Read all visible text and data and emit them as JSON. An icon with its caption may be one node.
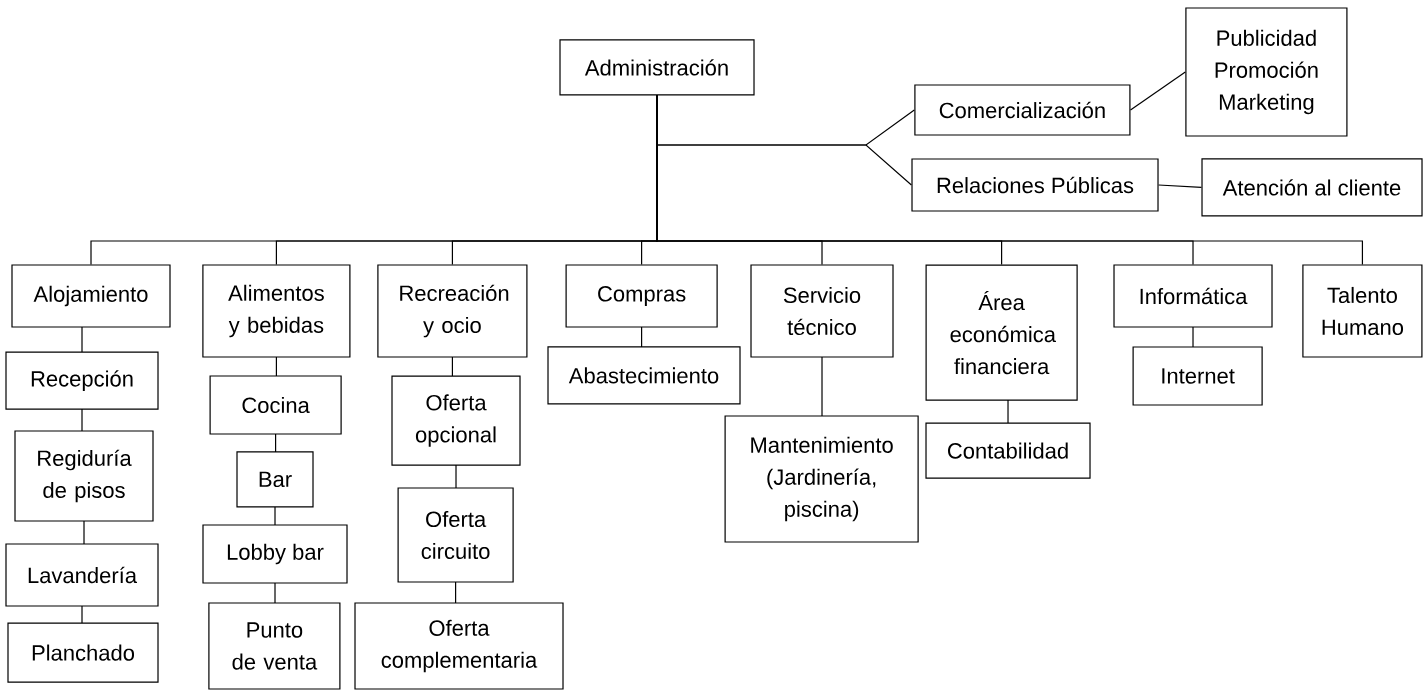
{
  "diagram": {
    "nodes": [
      {
        "text": [
          "Administración"
        ]
      },
      {
        "text": [
          "Comercialización"
        ]
      },
      {
        "text": [
          "Publicidad Promoción Marketing"
        ]
      },
      {
        "text": [
          "Relaciones Públicas"
        ]
      },
      {
        "text": [
          "Atención al cliente"
        ]
      },
      {
        "text": [
          "Alojamiento"
        ]
      },
      {
        "text": [
          "Recepción"
        ]
      },
      {
        "text": [
          "Regiduría de pisos"
        ]
      },
      {
        "text": [
          "Lavandería"
        ]
      },
      {
        "text": [
          "Planchado"
        ]
      },
      {
        "text": [
          "Alimentos y bebidas"
        ]
      },
      {
        "text": [
          "Cocina"
        ]
      },
      {
        "text": [
          "Bar"
        ]
      },
      {
        "text": [
          "Lobby bar"
        ]
      },
      {
        "text": [
          "Punto de venta"
        ]
      },
      {
        "text": [
          "Recreación y ocio"
        ]
      },
      {
        "text": [
          "Oferta opcional"
        ]
      },
      {
        "text": [
          "Oferta circuito"
        ]
      },
      {
        "text": [
          "Oferta complementaria"
        ]
      },
      {
        "text": [
          "Compras"
        ]
      },
      {
        "text": [
          "Abastecimiento"
        ]
      },
      {
        "text": [
          "Servicio técnico"
        ]
      },
      {
        "text": [
          "Mantenimiento (Jardinería, piscina)"
        ]
      },
      {
        "text": [
          "Área económica financiera"
        ]
      },
      {
        "text": [
          "Contabilidad"
        ]
      },
      {
        "text": [
          "Informática"
        ]
      },
      {
        "text": [
          "Internet"
        ]
      },
      {
        "text": [
          "Talento Humano"
        ]
      }
    ],
    "edges": [
      {
        "from": 0,
        "to": 1,
        "arrow": "none"
      },
      {
        "from": 0,
        "to": 3,
        "arrow": "none"
      },
      {
        "from": 1,
        "to": 2,
        "arrow": "none"
      },
      {
        "from": 3,
        "to": 4,
        "arrow": "none"
      },
      {
        "from": 0,
        "to": 5,
        "arrow": "none"
      },
      {
        "from": 0,
        "to": 10,
        "arrow": "none"
      },
      {
        "from": 0,
        "to": 15,
        "arrow": "none"
      },
      {
        "from": 0,
        "to": 19,
        "arrow": "none"
      },
      {
        "from": 0,
        "to": 21,
        "arrow": "none"
      },
      {
        "from": 0,
        "to": 23,
        "arrow": "none"
      },
      {
        "from": 0,
        "to": 25,
        "arrow": "none"
      },
      {
        "from": 0,
        "to": 27,
        "arrow": "none"
      },
      {
        "from": 5,
        "to": 6,
        "arrow": "none"
      },
      {
        "from": 6,
        "to": 7,
        "arrow": "none"
      },
      {
        "from": 7,
        "to": 8,
        "arrow": "none"
      },
      {
        "from": 8,
        "to": 9,
        "arrow": "none"
      },
      {
        "from": 10,
        "to": 11,
        "arrow": "none"
      },
      {
        "from": 11,
        "to": 12,
        "arrow": "none"
      },
      {
        "from": 12,
        "to": 13,
        "arrow": "none"
      },
      {
        "from": 13,
        "to": 14,
        "arrow": "none"
      },
      {
        "from": 15,
        "to": 16,
        "arrow": "none"
      },
      {
        "from": 16,
        "to": 17,
        "arrow": "none"
      },
      {
        "from": 17,
        "to": 18,
        "arrow": "none"
      },
      {
        "from": 19,
        "to": 20,
        "arrow": "none"
      },
      {
        "from": 21,
        "to": 22,
        "arrow": "none"
      },
      {
        "from": 23,
        "to": 24,
        "arrow": "none"
      },
      {
        "from": 25,
        "to": 26,
        "arrow": "none"
      }
    ]
  }
}
